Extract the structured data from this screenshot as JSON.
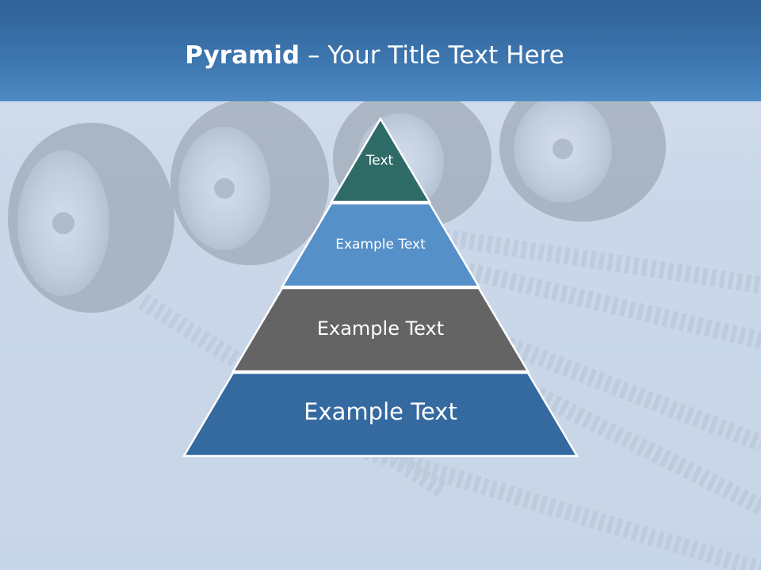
{
  "title": {
    "bold": "Pyramid",
    "rest": " – Your Title Text Here"
  },
  "pyramid": {
    "levels": [
      {
        "label": "Text",
        "color": "#2f6b66"
      },
      {
        "label": "Example Text",
        "color": "#5590c9"
      },
      {
        "label": "Example Text",
        "color": "#646464"
      },
      {
        "label": "Example Text",
        "color": "#346aa0"
      }
    ]
  },
  "background": {
    "description_color_top": "#3c74ad",
    "description_color_floor": "#c9d7e8"
  }
}
